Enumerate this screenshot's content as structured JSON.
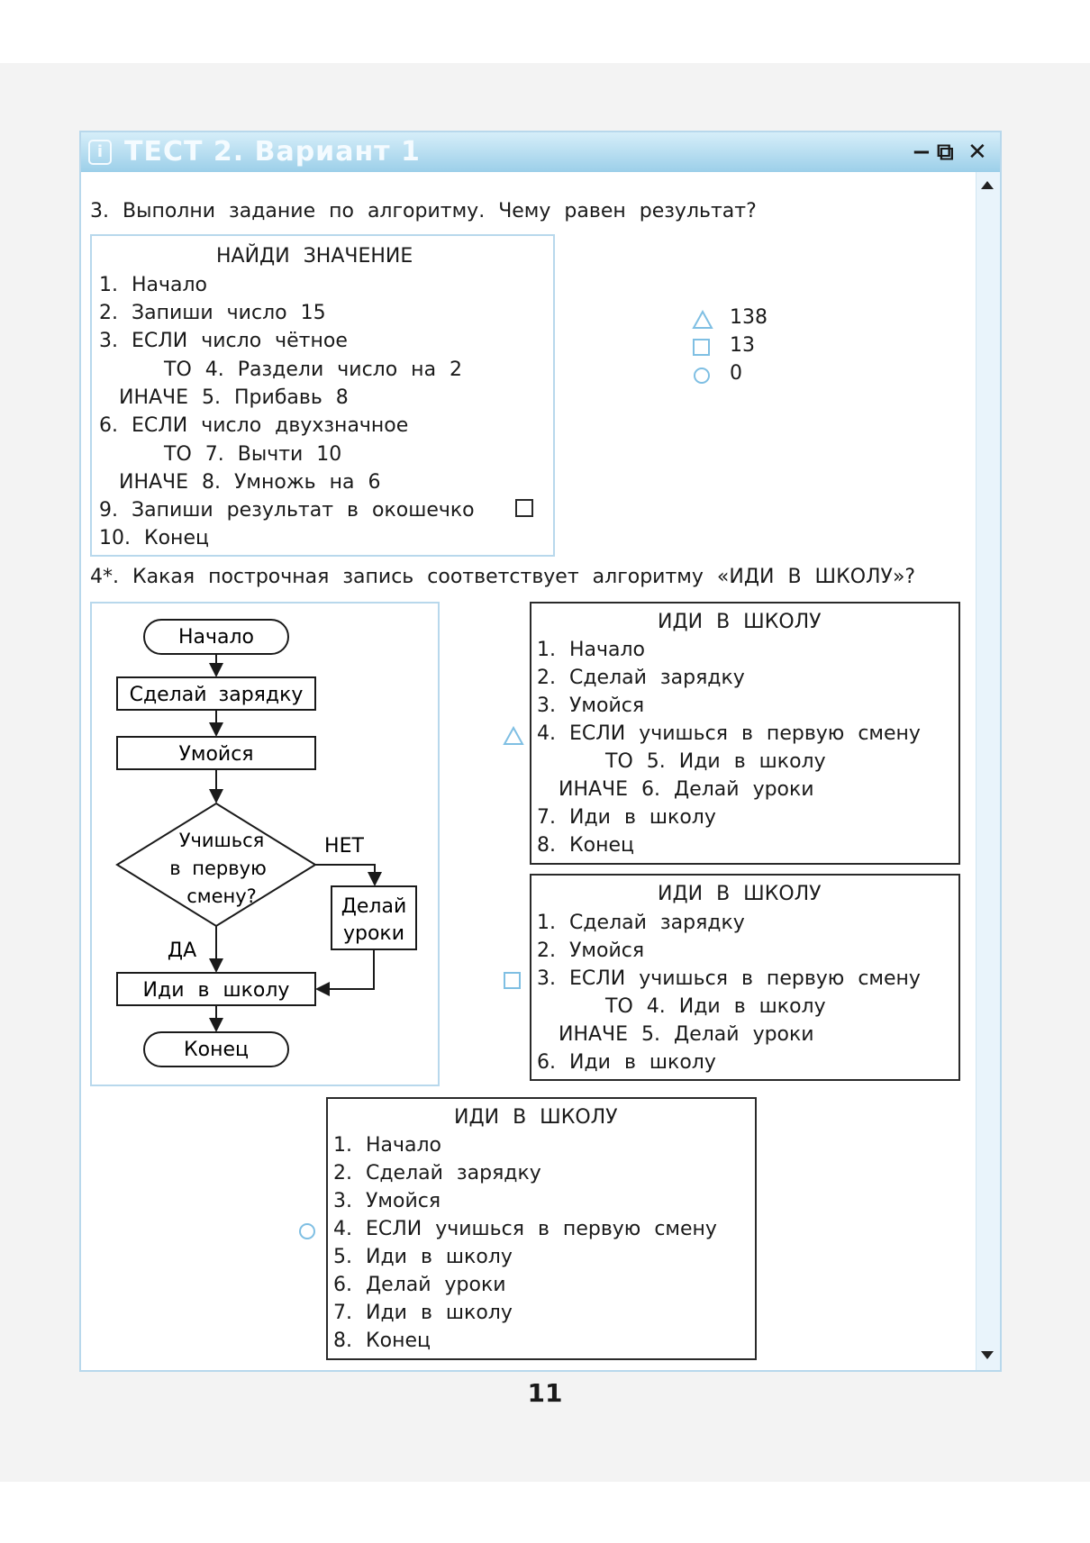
{
  "window": {
    "title": "ТЕСТ 2. Вариант 1",
    "icon": "info-icon",
    "controls": [
      "minimize-icon",
      "restore-icon",
      "close-icon"
    ]
  },
  "q3": {
    "question": "3. Выполни задание по алгоритму. Чему равен результат?",
    "algo_title": "НАЙДИ ЗНАЧЕНИЕ",
    "lines": [
      "1. Начало",
      "2. Запиши число 15",
      "3. ЕСЛИ число чётное",
      "ТО 4. Раздели число на 2",
      "ИНАЧЕ 5. Прибавь 8",
      "6. ЕСЛИ число двухзначное",
      "ТО 7. Вычти 10",
      "ИНАЧЕ 8. Умножь на 6",
      "9. Запиши результат в окошечко",
      "10. Конец"
    ],
    "options": [
      {
        "marker": "triangle",
        "value": "138"
      },
      {
        "marker": "square",
        "value": "13"
      },
      {
        "marker": "circle",
        "value": "0"
      }
    ]
  },
  "q4": {
    "question": "4*. Какая построчная запись соответствует алгоритму «ИДИ В ШКОЛУ»?",
    "flowchart": {
      "start": "Начало",
      "step1": "Сделай зарядку",
      "step2": "Умойся",
      "decision": [
        "Учишься",
        "в первую",
        "смену?"
      ],
      "no_label": "НЕТ",
      "yes_label": "ДА",
      "no_step": [
        "Делай",
        "уроки"
      ],
      "go": "Иди в школу",
      "end": "Конец"
    },
    "option_a": {
      "marker": "triangle",
      "title": "ИДИ В ШКОЛУ",
      "lines": [
        "1. Начало",
        "2. Сделай зарядку",
        "3. Умойся",
        "4. ЕСЛИ учишься в первую смену",
        "ТО 5. Иди в школу",
        "ИНАЧЕ 6. Делай уроки",
        "7. Иди в школу",
        "8. Конец"
      ]
    },
    "option_b": {
      "marker": "square",
      "title": "ИДИ В ШКОЛУ",
      "lines": [
        "1. Сделай зарядку",
        "2. Умойся",
        "3. ЕСЛИ учишься в первую смену",
        "ТО 4. Иди в школу",
        "ИНАЧЕ 5. Делай уроки",
        "6. Иди в школу"
      ]
    },
    "option_c": {
      "marker": "circle",
      "title": "ИДИ В ШКОЛУ",
      "lines": [
        "1. Начало",
        "2. Сделай зарядку",
        "3. Умойся",
        "4. ЕСЛИ учишься в первую смену",
        "5. Иди в школу",
        "6. Делай уроки",
        "7. Иди в школу",
        "8. Конец"
      ]
    }
  },
  "page_number": "11",
  "colors": {
    "accent": "#9ccfe9",
    "marker": "#7fbfe3",
    "text": "#1a1a1a"
  }
}
